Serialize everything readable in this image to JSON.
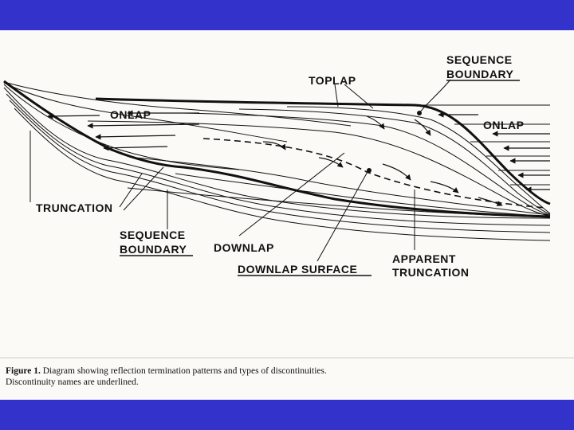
{
  "labels": {
    "toplap": "TOPLAP",
    "sequence_boundary_right_1": "SEQUENCE",
    "sequence_boundary_right_2": "BOUNDARY",
    "onlap_left": "ONLAP",
    "onlap_right": "ONLAP",
    "truncation": "TRUNCATION",
    "sequence_boundary_left_1": "SEQUENCE",
    "sequence_boundary_left_2": "BOUNDARY",
    "downlap": "DOWNLAP",
    "downlap_surface": "DOWNLAP SURFACE",
    "apparent_truncation_1": "APPARENT",
    "apparent_truncation_2": "TRUNCATION"
  },
  "caption": {
    "figure_label": "Figure 1.",
    "line1": "Diagram showing reflection termination patterns and types of discontinuities.",
    "line2": "Discontinuity names are underlined."
  },
  "colors": {
    "frame": "#3333cc",
    "paper": "#fbfaf7",
    "ink": "#111111"
  }
}
